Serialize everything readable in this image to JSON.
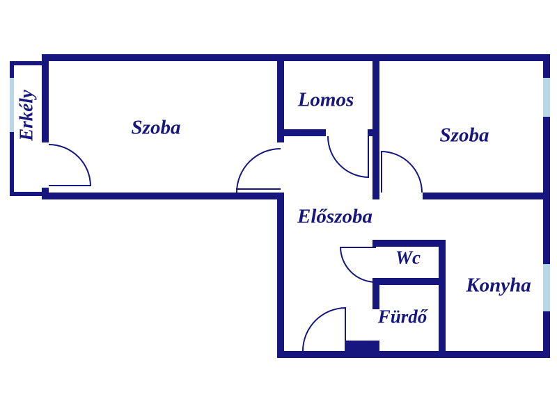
{
  "colors": {
    "wall": "#16167e",
    "window": "#b8d8e8",
    "background": "#ffffff"
  },
  "rooms": {
    "erkely": {
      "label": "Erkély"
    },
    "szoba_left": {
      "label": "Szoba"
    },
    "lomos": {
      "label": "Lomos"
    },
    "szoba_right": {
      "label": "Szoba"
    },
    "eloszoba": {
      "label": "Előszoba"
    },
    "wc": {
      "label": "Wc"
    },
    "konyha": {
      "label": "Konyha"
    },
    "furdo": {
      "label": "Fürdő"
    }
  }
}
